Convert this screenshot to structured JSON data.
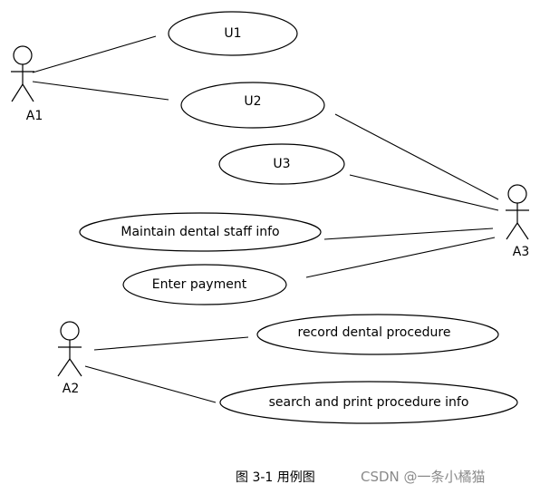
{
  "actors": [
    {
      "id": "a1",
      "label": "A1"
    },
    {
      "id": "a2",
      "label": "A2"
    },
    {
      "id": "a3",
      "label": "A3"
    }
  ],
  "use_cases": [
    {
      "id": "u1",
      "label": "U1"
    },
    {
      "id": "u2",
      "label": "U2"
    },
    {
      "id": "u3",
      "label": "U3"
    },
    {
      "id": "maintain",
      "label": "Maintain dental staff info"
    },
    {
      "id": "payment",
      "label": "Enter payment"
    },
    {
      "id": "record",
      "label": "record dental procedure"
    },
    {
      "id": "search",
      "label": "search and print procedure info"
    }
  ],
  "associations": [
    {
      "actor": "A1",
      "use_case": "U1"
    },
    {
      "actor": "A1",
      "use_case": "U2"
    },
    {
      "actor": "A3",
      "use_case": "U2"
    },
    {
      "actor": "A3",
      "use_case": "U3"
    },
    {
      "actor": "A3",
      "use_case": "Maintain dental staff info"
    },
    {
      "actor": "A3",
      "use_case": "Enter payment"
    },
    {
      "actor": "A2",
      "use_case": "record dental procedure"
    },
    {
      "actor": "A2",
      "use_case": "search and print procedure info"
    }
  ],
  "caption": "图 3-1 用例图",
  "watermark": "CSDN @一条小橘猫"
}
